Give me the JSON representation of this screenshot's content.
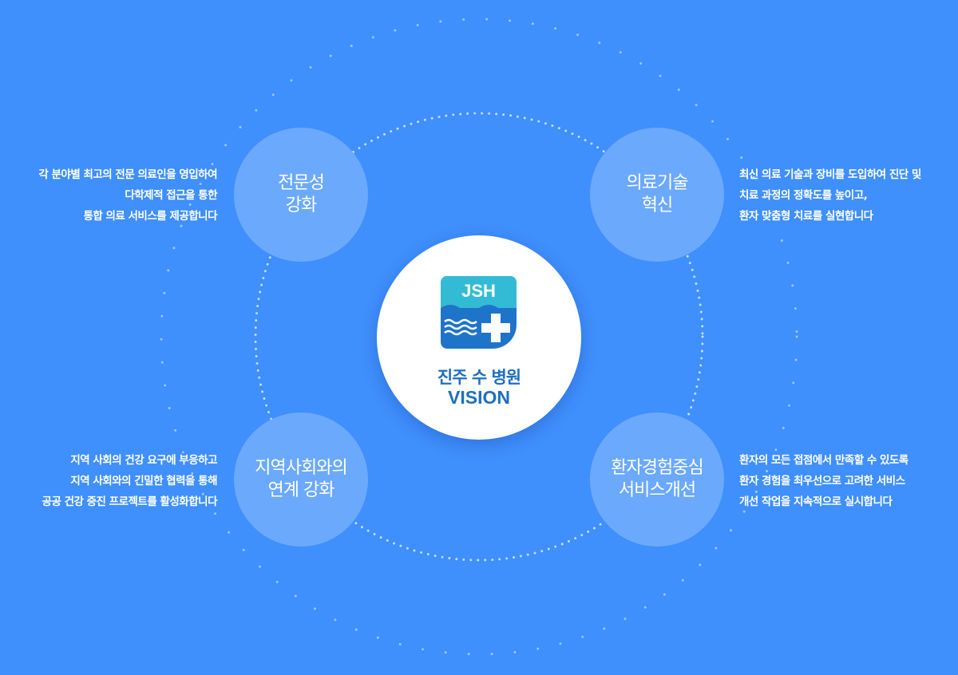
{
  "colors": {
    "background": "#3f8ffd",
    "node": "#6ba9fd",
    "title": "#1d6fc1",
    "logo_top": "#33bbd5",
    "logo_bottom": "#1e74c9"
  },
  "center": {
    "logo_text": "JSH",
    "title": "진주 수 병원",
    "subtitle": "VISION"
  },
  "nodes": [
    {
      "title": "전문성\n강화",
      "description": "각 분야별 최고의 전문 의료인을 영입하여\n다학제적 접근을 통한\n통합 의료 서비스를 제공합니다"
    },
    {
      "title": "의료기술\n혁신",
      "description": "최신 의료 기술과 장비를 도입하여 진단 및\n치료 과정의 정확도를 높이고,\n환자 맞춤형 치료를 실현합니다"
    },
    {
      "title": "지역사회와의\n연계 강화",
      "description": "지역 사회의 건강 요구에 부응하고\n지역 사회와의 긴밀한 협력을 통해\n공공 건강 증진 프로젝트를 활성화합니다"
    },
    {
      "title": "환자경험중심\n서비스개선",
      "description": "환자의 모든 접점에서 만족할 수 있도록\n환자 경험을 최우선으로 고려한 서비스\n개선 작업을 지속적으로 실시합니다"
    }
  ]
}
